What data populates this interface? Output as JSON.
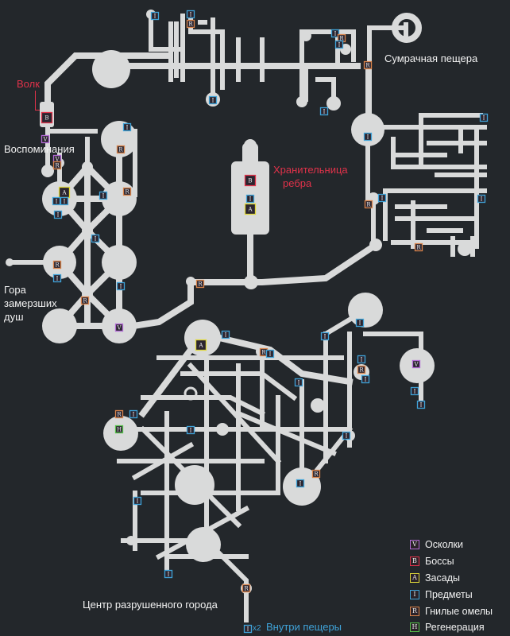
{
  "labels": {
    "volk": "Волк",
    "vospominaniya": "Воспоминания",
    "sumrachnaya": "Сумрачная пещера",
    "khranitelnitsa_1": "Хранительница",
    "khranitelnitsa_2": "ребра",
    "gora_1": "Гора",
    "gora_2": "замерзших",
    "gora_3": "душ",
    "tsentr": "Центр разрушенного города",
    "vnutri_count": "x2",
    "vnutri": "Внутри пещеры"
  },
  "legend": [
    {
      "code": "V",
      "label": "Осколки",
      "color": "#b36ad6"
    },
    {
      "code": "B",
      "label": "Боссы",
      "color": "#e0324a"
    },
    {
      "code": "A",
      "label": "Засады",
      "color": "#e0d83a"
    },
    {
      "code": "I",
      "label": "Предметы",
      "color": "#3fa3d9"
    },
    {
      "code": "R",
      "label": "Гнилые омелы",
      "color": "#d8834a"
    },
    {
      "code": "H",
      "label": "Регенерация",
      "color": "#56c24a"
    }
  ],
  "marker_colors": {
    "V": "#b36ad6",
    "B": "#e0324a",
    "A": "#e0d83a",
    "I": "#3fa3d9",
    "R": "#d8834a",
    "H": "#56c24a"
  },
  "colors": {
    "background": "#23272b",
    "path": "#d9dada",
    "label_white": "#f2f2f2",
    "label_red": "#e0324a",
    "label_blue": "#3fa3d9"
  }
}
